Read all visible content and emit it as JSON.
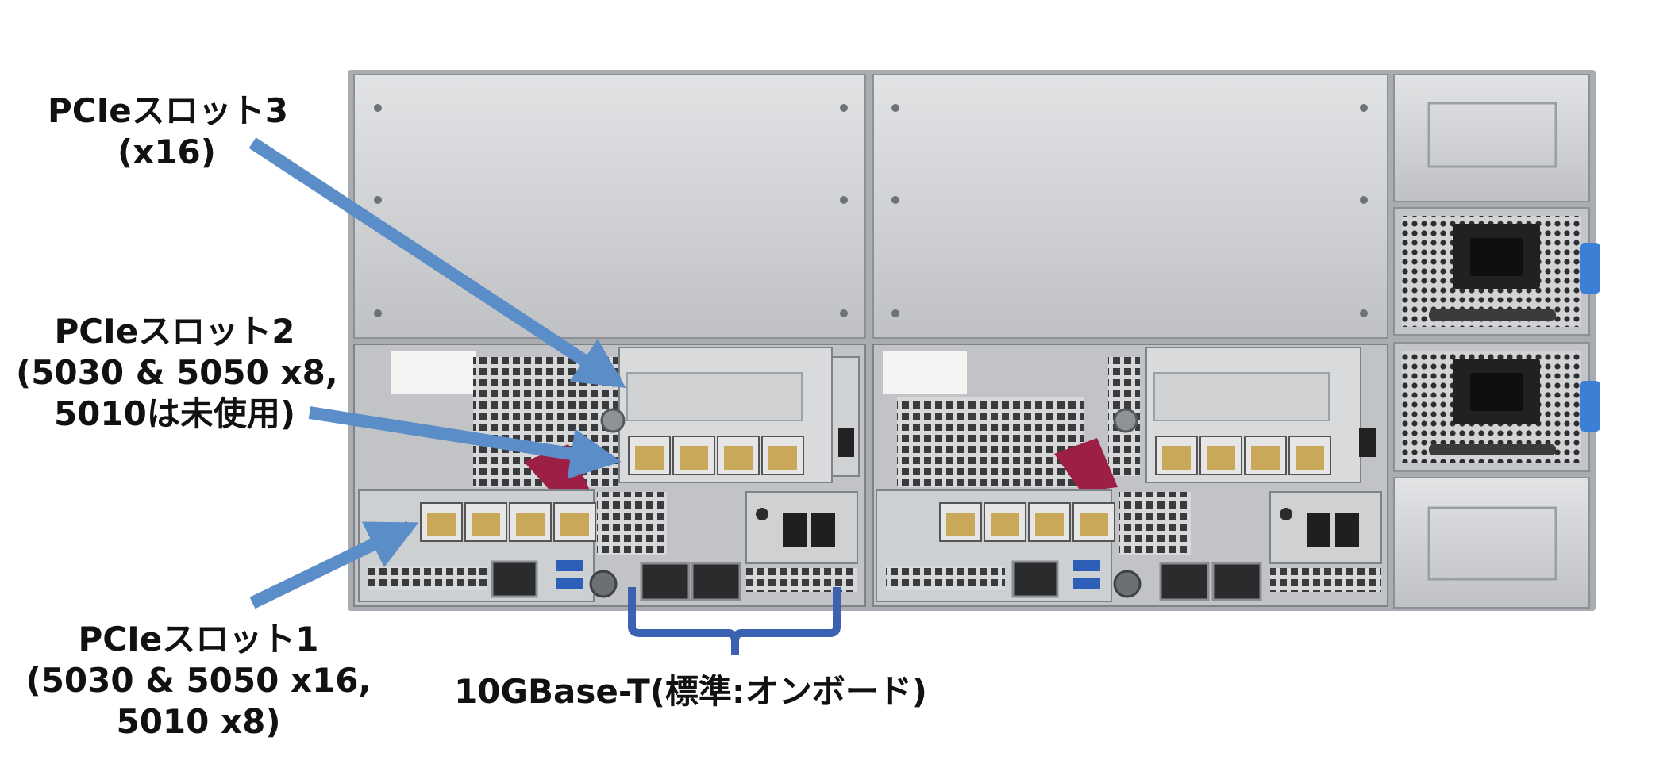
{
  "labels": {
    "slot3": {
      "line1": "PCIeスロット3",
      "line2": "(x16)"
    },
    "slot2": {
      "line1": "PCIeスロット2",
      "line2": "(5030 & 5050 x8,",
      "line3": "5010は未使用)"
    },
    "slot1": {
      "line1": "PCIeスロット1",
      "line2": "(5030 & 5050 x16,",
      "line3": "5010 x8)"
    },
    "network": "10GBase-T(標準:オンボード)"
  },
  "colors": {
    "arrow": "#5b8ec9",
    "bracket": "#3a62b0",
    "chassis": "#c9cbce",
    "panel": "#b8bbbe",
    "port_fill": "#c9a85a",
    "latch": "#9e1f45",
    "psu_handle": "#3c80d6"
  }
}
